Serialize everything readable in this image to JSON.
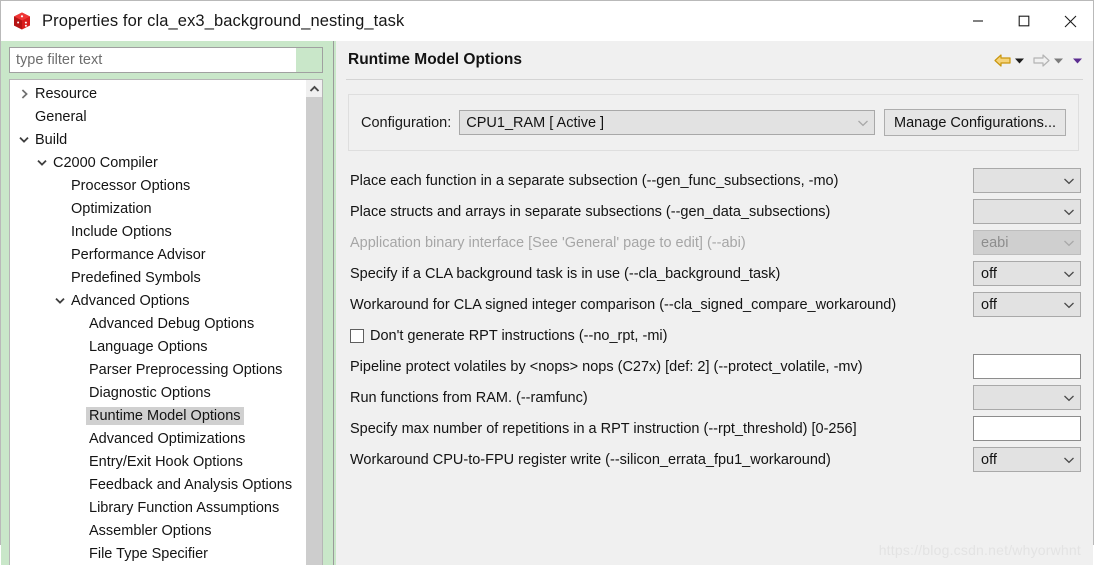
{
  "window": {
    "title": "Properties for cla_ex3_background_nesting_task",
    "icon": "ccs-project-cube-icon",
    "controls": [
      {
        "name": "minimize",
        "glyph": "minimize-icon"
      },
      {
        "name": "maximize",
        "glyph": "maximize-icon"
      },
      {
        "name": "close",
        "glyph": "close-icon"
      }
    ]
  },
  "sidebar": {
    "filter": {
      "placeholder": "type filter text",
      "value": ""
    },
    "tree": [
      {
        "label": "Resource",
        "indent": 0,
        "twisty": "right",
        "selected": false
      },
      {
        "label": "General",
        "indent": 0,
        "twisty": "none",
        "selected": false
      },
      {
        "label": "Build",
        "indent": 0,
        "twisty": "down",
        "selected": false
      },
      {
        "label": "C2000 Compiler",
        "indent": 1,
        "twisty": "down",
        "selected": false
      },
      {
        "label": "Processor Options",
        "indent": 2,
        "twisty": "none",
        "selected": false
      },
      {
        "label": "Optimization",
        "indent": 2,
        "twisty": "none",
        "selected": false
      },
      {
        "label": "Include Options",
        "indent": 2,
        "twisty": "none",
        "selected": false
      },
      {
        "label": "Performance Advisor",
        "indent": 2,
        "twisty": "none",
        "selected": false
      },
      {
        "label": "Predefined Symbols",
        "indent": 2,
        "twisty": "none",
        "selected": false
      },
      {
        "label": "Advanced Options",
        "indent": 2,
        "twisty": "down",
        "selected": false
      },
      {
        "label": "Advanced Debug Options",
        "indent": 3,
        "twisty": "none",
        "selected": false
      },
      {
        "label": "Language Options",
        "indent": 3,
        "twisty": "none",
        "selected": false
      },
      {
        "label": "Parser Preprocessing Options",
        "indent": 3,
        "twisty": "none",
        "selected": false
      },
      {
        "label": "Diagnostic Options",
        "indent": 3,
        "twisty": "none",
        "selected": false
      },
      {
        "label": "Runtime Model Options",
        "indent": 3,
        "twisty": "none",
        "selected": true
      },
      {
        "label": "Advanced Optimizations",
        "indent": 3,
        "twisty": "none",
        "selected": false
      },
      {
        "label": "Entry/Exit Hook Options",
        "indent": 3,
        "twisty": "none",
        "selected": false
      },
      {
        "label": "Feedback and Analysis Options",
        "indent": 3,
        "twisty": "none",
        "selected": false
      },
      {
        "label": "Library Function Assumptions",
        "indent": 3,
        "twisty": "none",
        "selected": false
      },
      {
        "label": "Assembler Options",
        "indent": 3,
        "twisty": "none",
        "selected": false
      },
      {
        "label": "File Type Specifier",
        "indent": 3,
        "twisty": "none",
        "selected": false
      }
    ],
    "scrollbar": {
      "up_arrow": "chevron-up-icon"
    }
  },
  "page": {
    "title": "Runtime Model Options",
    "nav": [
      {
        "name": "back-arrow",
        "glyph": "arrow-left-icon",
        "state": "enabled"
      },
      {
        "name": "back-menu",
        "glyph": "caret-down-icon",
        "state": "enabled"
      },
      {
        "name": "forward-arrow",
        "glyph": "arrow-right-icon",
        "state": "disabled"
      },
      {
        "name": "forward-menu",
        "glyph": "caret-down-icon",
        "state": "disabled"
      },
      {
        "name": "view-menu",
        "glyph": "caret-down-icon",
        "state": "enabled"
      }
    ],
    "configuration": {
      "label": "Configuration:",
      "value": "CPU1_RAM  [ Active ]",
      "manage_button": "Manage Configurations..."
    },
    "options": [
      {
        "label": "Place each function in a separate subsection (--gen_func_subsections, -mo)",
        "control": "combo",
        "value": "",
        "disabled": false,
        "checkbox": false
      },
      {
        "label": "Place structs and arrays in separate subsections (--gen_data_subsections)",
        "control": "combo",
        "value": "",
        "disabled": false,
        "checkbox": false
      },
      {
        "label": "Application binary interface [See 'General' page to edit] (--abi)",
        "control": "combo",
        "value": "eabi",
        "disabled": true,
        "checkbox": false
      },
      {
        "label": "Specify if a CLA background task is in use (--cla_background_task)",
        "control": "combo",
        "value": "off",
        "disabled": false,
        "checkbox": false
      },
      {
        "label": "Workaround for CLA signed integer comparison (--cla_signed_compare_workaround)",
        "control": "combo",
        "value": "off",
        "disabled": false,
        "checkbox": false
      },
      {
        "label": "Don't generate RPT instructions (--no_rpt, -mi)",
        "control": "none",
        "value": "",
        "disabled": false,
        "checkbox": true,
        "checked": false
      },
      {
        "label": "Pipeline protect volatiles by <nops> nops (C27x) [def: 2] (--protect_volatile, -mv)",
        "control": "text",
        "value": "",
        "disabled": false,
        "checkbox": false
      },
      {
        "label": "Run functions from RAM. (--ramfunc)",
        "control": "combo",
        "value": "",
        "disabled": false,
        "checkbox": false
      },
      {
        "label": "Specify max number of repetitions in a RPT instruction (--rpt_threshold) [0-256]",
        "control": "text",
        "value": "",
        "disabled": false,
        "checkbox": false
      },
      {
        "label": "Workaround CPU-to-FPU register write (--silicon_errata_fpu1_workaround)",
        "control": "combo",
        "value": "off",
        "disabled": false,
        "checkbox": false
      }
    ],
    "annotation": {
      "shape": "ellipse",
      "color": "#ee1111",
      "targets": "cla-background-task-combo"
    },
    "watermark": "https://blog.csdn.net/whyorwhnt"
  },
  "colors": {
    "sidebar_bg": "#c9e7c9",
    "panel_bg": "#f0f0f0",
    "combo_bg": "#e2e2e2",
    "selection": "#d0d0d0",
    "annotation_red": "#ee1111",
    "back_arrow": "#e8a317"
  }
}
